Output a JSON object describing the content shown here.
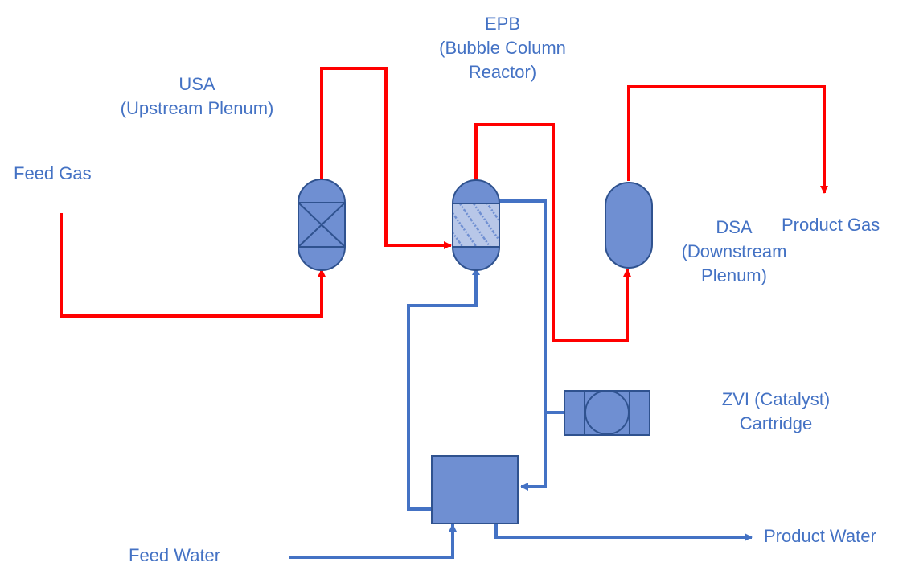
{
  "colors": {
    "gas_line": "#FF0000",
    "water_line": "#4472C4",
    "equipment_fill": "#6F8FD2",
    "equipment_stroke": "#2F528F",
    "text": "#4472C4",
    "background": "#FFFFFF"
  },
  "labels": {
    "feed_gas": "Feed Gas",
    "usa_line1": "USA",
    "usa_line2": "(Upstream Plenum)",
    "epb_line1": "EPB",
    "epb_line2": "(Bubble Column",
    "epb_line3": "Reactor)",
    "dsa_line1": "DSA",
    "dsa_line2": "(Downstream",
    "dsa_line3": "Plenum)",
    "product_gas": "Product Gas",
    "zvi_line1": "ZVI (Catalyst)",
    "zvi_line2": "Cartridge",
    "feed_water": "Feed Water",
    "product_water": "Product Water"
  },
  "equipment": {
    "usa": "packed-vessel-x-icon",
    "epb": "hatched-bubble-column-icon",
    "dsa": "empty-vessel-icon",
    "zvi": "catalyst-cartridge-icon",
    "tank": "water-tank-icon"
  }
}
